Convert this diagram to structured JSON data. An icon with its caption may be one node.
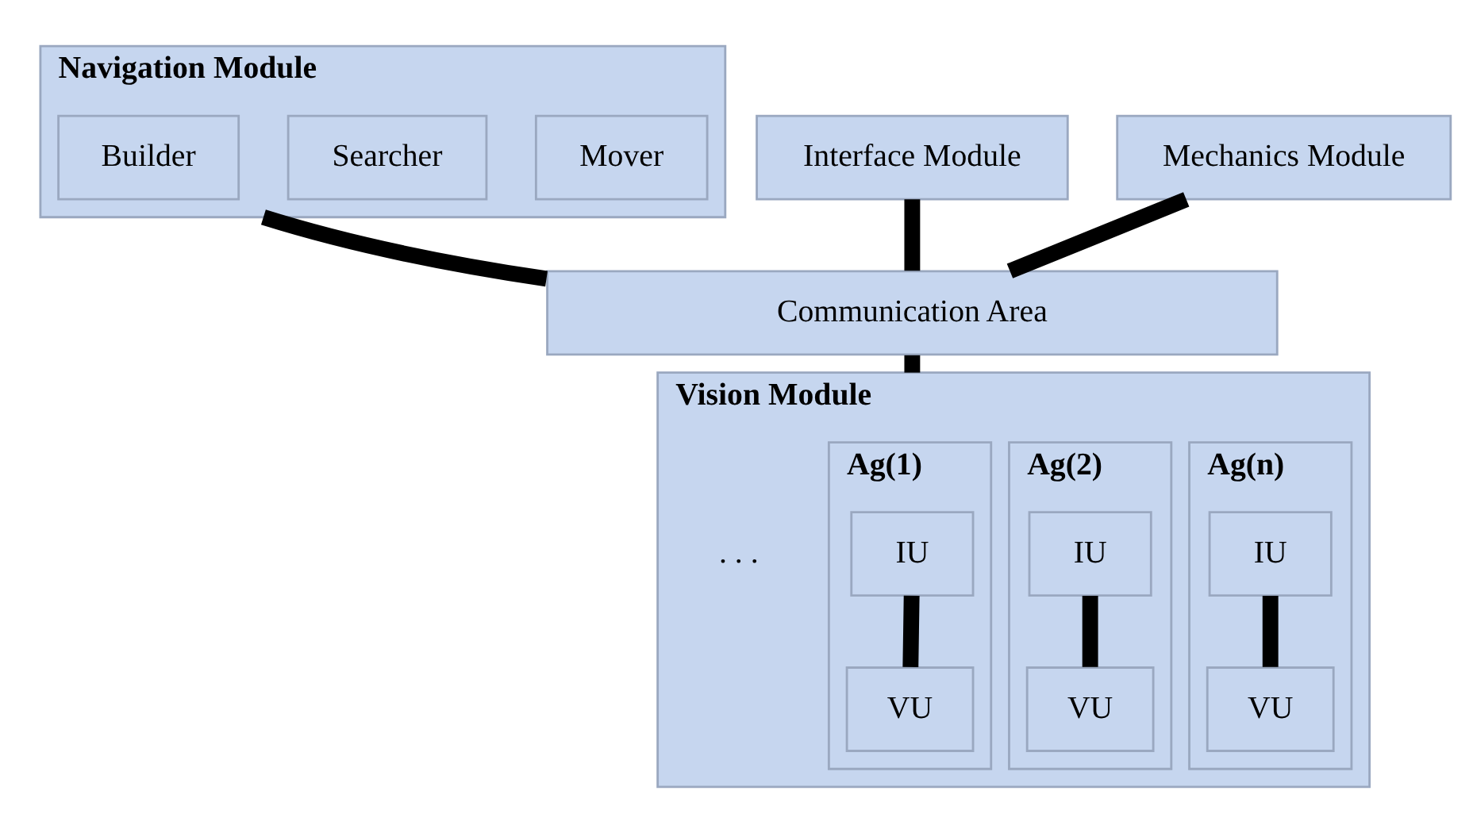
{
  "diagram": {
    "nodes": [
      {
        "text": [
          "Navigation Module"
        ]
      },
      {
        "text": [
          "Builder"
        ],
        "in": 0
      },
      {
        "text": [
          "Searcher"
        ],
        "in": 0
      },
      {
        "text": [
          "Mover"
        ],
        "in": 0
      },
      {
        "text": [
          "Interface Module"
        ]
      },
      {
        "text": [
          "Mechanics Module"
        ]
      },
      {
        "text": [
          "Communication Area"
        ]
      },
      {
        "text": [
          "Vision Module"
        ]
      },
      {
        "text": [
          "Ag(1)"
        ],
        "in": 7
      },
      {
        "text": [
          "IU"
        ],
        "in": 8
      },
      {
        "text": [
          "VU"
        ],
        "in": 8
      },
      {
        "text": [
          "Ag(2)"
        ],
        "in": 7
      },
      {
        "text": [
          "IU"
        ],
        "in": 11
      },
      {
        "text": [
          "VU"
        ],
        "in": 11
      },
      {
        "text": [
          "Ag(n)"
        ],
        "in": 7
      },
      {
        "text": [
          "IU"
        ],
        "in": 14
      },
      {
        "text": [
          "VU"
        ],
        "in": 14
      }
    ],
    "edges": [
      {
        "from": 0,
        "to": 6,
        "arrow": "none"
      },
      {
        "from": 4,
        "to": 6,
        "arrow": "none"
      },
      {
        "from": 5,
        "to": 6,
        "arrow": "none"
      },
      {
        "from": 6,
        "to": 7,
        "arrow": "none"
      },
      {
        "from": 9,
        "to": 10,
        "arrow": "none"
      },
      {
        "from": 12,
        "to": 13,
        "arrow": "none"
      },
      {
        "from": 15,
        "to": 16,
        "arrow": "none"
      }
    ],
    "labels": [
      ". . ."
    ]
  }
}
